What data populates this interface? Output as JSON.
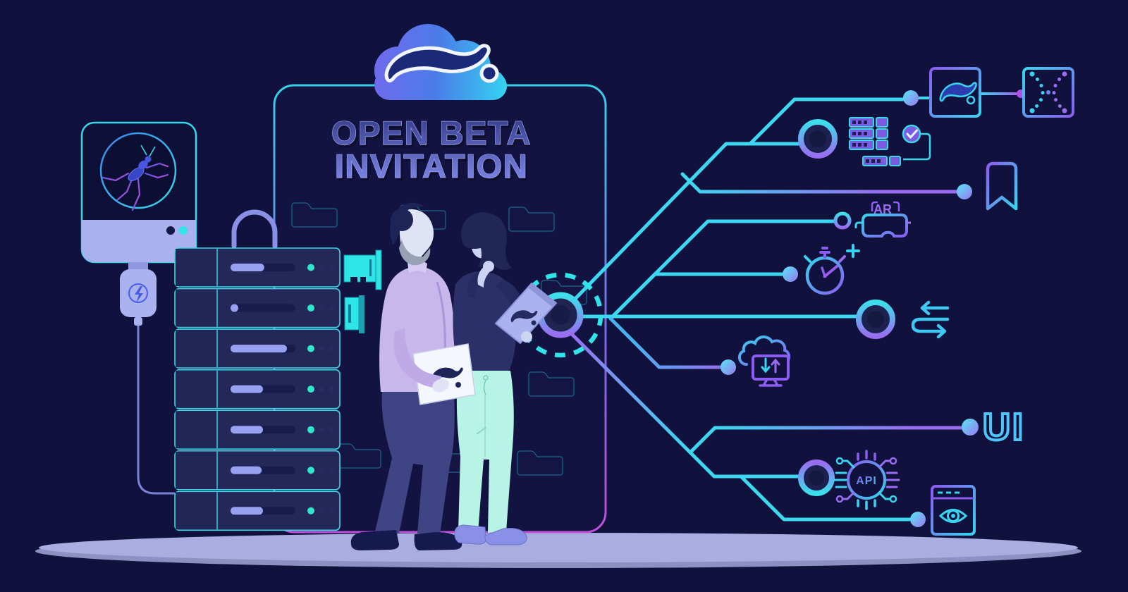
{
  "scene": {
    "description": "Open beta invitation cloud software illustration",
    "kind": "infographic-diagram"
  },
  "title": {
    "line1": "OPEN BETA",
    "line2": "INVITATION"
  },
  "labels": {
    "ar": "AR",
    "ui": "UI",
    "api": "API"
  },
  "rack": {
    "units": [
      52,
      10,
      87,
      50,
      50,
      48,
      50
    ]
  },
  "icons": [
    "cloud-logo",
    "bug-scanner",
    "power-plug",
    "server-rack",
    "folder",
    "analytics-chart",
    "particle-scatter",
    "server-stack-check",
    "bookmark",
    "ar-glasses",
    "stopwatch-plus",
    "swap-arrows",
    "cloud-sync",
    "ui-label",
    "api-chip",
    "browser-eye",
    "hub-node"
  ],
  "colors": {
    "background": "#10113C",
    "cyan": "#3CD8F2",
    "teal": "#2EE6C8",
    "purple": "#9A6CF0",
    "magenta": "#B050E8",
    "periwinkle": "#A9B2EE",
    "lavender": "#C7B7EA",
    "mint": "#B8F4E6",
    "navy": "#1D2456",
    "white": "#F5F7FF"
  }
}
